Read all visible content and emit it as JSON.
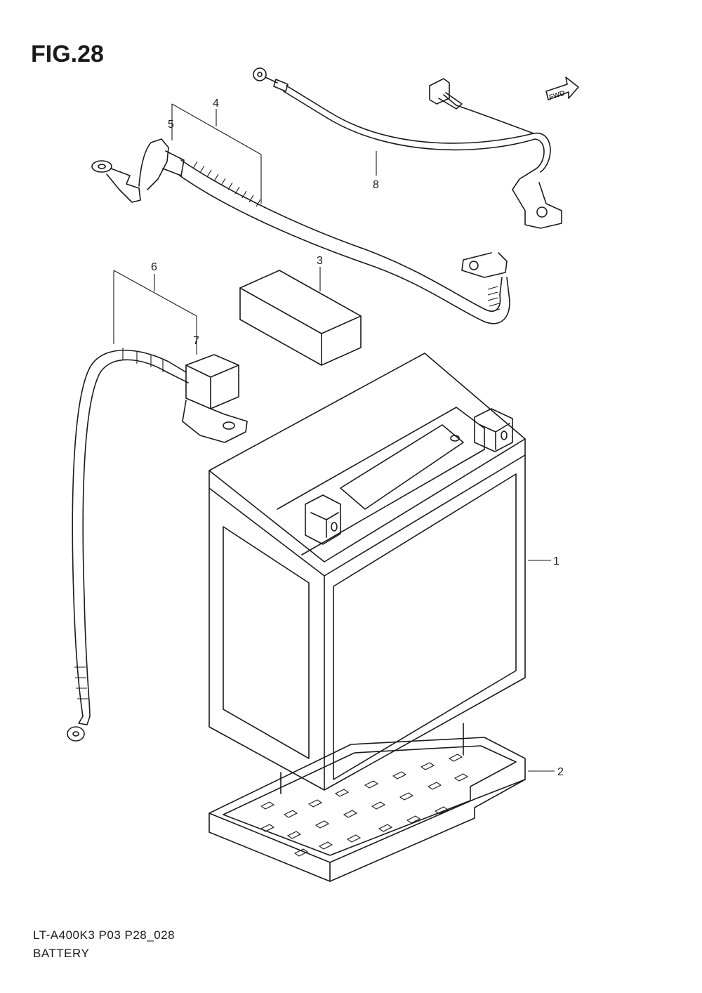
{
  "figure": {
    "title": "FIG.28",
    "model_code": "LT-A400K3 P03 P28_028",
    "section_name": "BATTERY"
  },
  "direction_badge": {
    "label": "FWD",
    "icon": "forward-arrow-icon"
  },
  "callouts": [
    {
      "id": "1",
      "part": "battery"
    },
    {
      "id": "2",
      "part": "battery-tray"
    },
    {
      "id": "3",
      "part": "pad"
    },
    {
      "id": "4",
      "part": "positive-lead"
    },
    {
      "id": "5",
      "part": "terminal-cover"
    },
    {
      "id": "6",
      "part": "negative-lead"
    },
    {
      "id": "7",
      "part": "terminal-cover"
    },
    {
      "id": "8",
      "part": "wire-harness-lead"
    }
  ]
}
